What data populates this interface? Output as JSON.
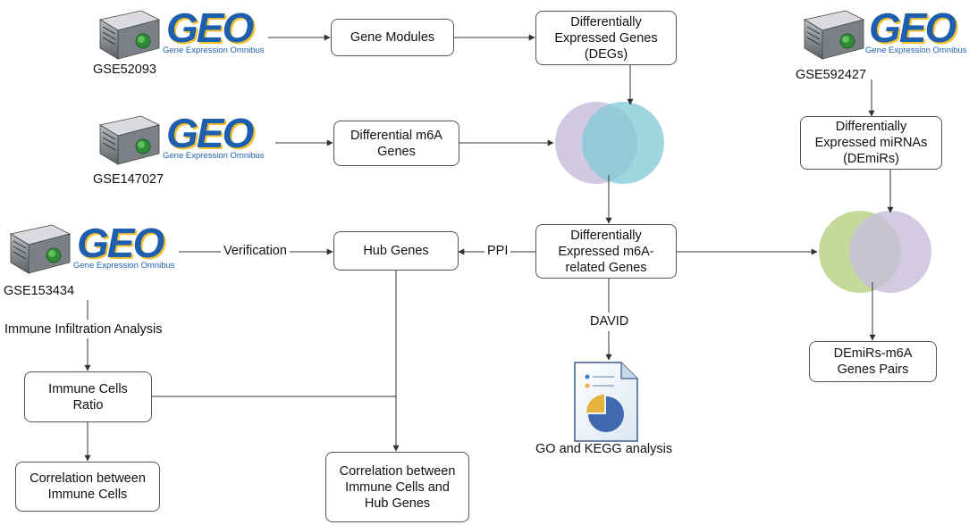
{
  "datasets": {
    "gse52093": "GSE52093",
    "gse147027": "GSE147027",
    "gse153434": "GSE153434",
    "gse592427": "GSE592427"
  },
  "geo_logo": {
    "word": "GEO",
    "subtitle": "Gene Expression Omnibus",
    "icon": "server-icon"
  },
  "boxes": {
    "gene_modules": "Gene Modules",
    "degs": "Differentially\nExpressed Genes\n(DEGs)",
    "diff_m6a": "Differential m6A\nGenes",
    "demirs": "Differentially\nExpressed miRNAs\n(DEmiRs)",
    "hub_genes": "Hub Genes",
    "dem6a": "Differentially\nExpressed m6A-\nrelated Genes",
    "immune_ratio": "Immune Cells\nRatio",
    "corr_immune": "Correlation between\nImmune Cells",
    "corr_hub": "Correlation between\nImmune Cells and\nHub Genes",
    "demirs_pairs": "DEmiRs-m6A\nGenes Pairs"
  },
  "edge_labels": {
    "verification": "Verification",
    "ppi": "PPI",
    "david": "DAVID",
    "immune_infiltration": "Immune Infiltration Analysis",
    "go_kegg": "GO and KEGG analysis"
  },
  "colors": {
    "venn1_left": "#c9bedc",
    "venn1_right": "#7fc9d6",
    "venn2_left": "#b9d48a",
    "venn2_right": "#c9bedc",
    "geo_blue": "#1d5fae",
    "geo_yellow": "#f2c230"
  }
}
